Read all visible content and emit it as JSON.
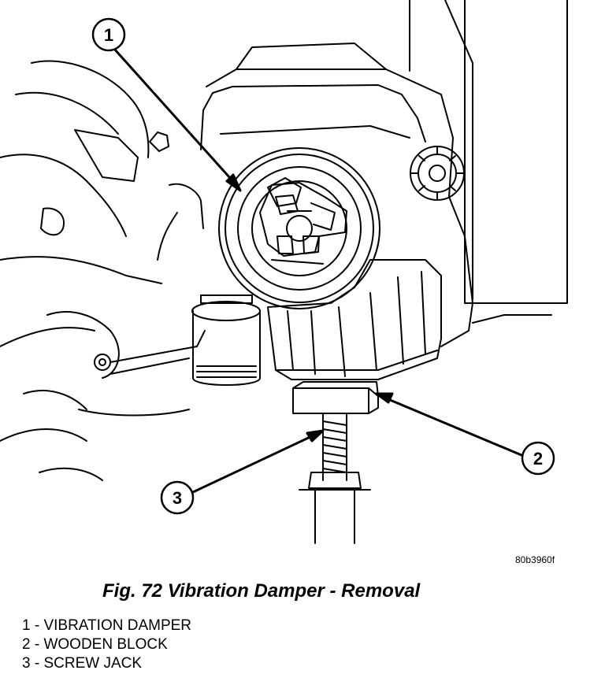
{
  "figure": {
    "callouts": [
      "1",
      "2",
      "3"
    ],
    "reference_code": "80b3960f",
    "caption": "Fig. 72 Vibration Damper - Removal"
  },
  "legend": [
    "1 - VIBRATION DAMPER",
    "2 - WOODEN BLOCK",
    "3 - SCREW JACK"
  ],
  "colors": {
    "ink": "#000000",
    "paper": "#ffffff"
  }
}
